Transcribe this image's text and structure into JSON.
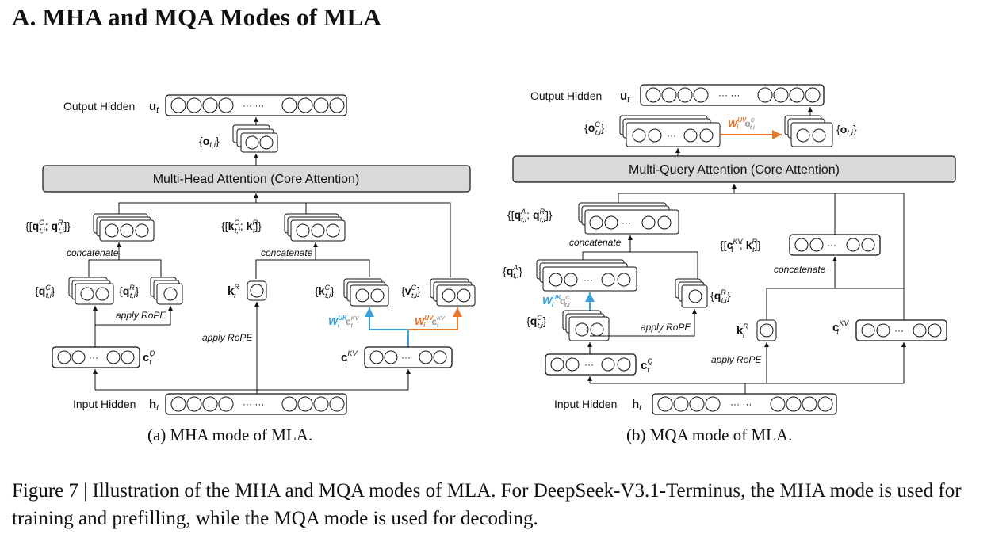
{
  "heading": "A.  MHA and MQA Modes of MLA",
  "mha": {
    "output_hidden": "Output Hidden",
    "o_ti": "{o",
    "core_attention": "Multi-Head Attention (Core Attention)",
    "concatenate_1": "concatenate",
    "concatenate_2": "concatenate",
    "apply_rope_1": "apply RoPE",
    "apply_rope_2": "apply RoPE",
    "input_hidden": "Input Hidden",
    "dots": "··· ···",
    "subcaption": "(a)  MHA mode of MLA."
  },
  "mqa": {
    "output_hidden": "Output Hidden",
    "core_attention": "Multi-Query Attention (Core Attention)",
    "concatenate_1": "concatenate",
    "concatenate_2": "concatenate",
    "apply_rope_1": "apply RoPE",
    "apply_rope_2": "apply RoPE",
    "input_hidden": "Input Hidden",
    "dots": "··· ···",
    "subcaption": "(b)  MQA mode of MLA."
  },
  "caption": "Figure 7 | Illustration of the MHA and MQA modes of MLA. For DeepSeek-V3.1-Terminus, the MHA mode is used for training and prefilling, while the MQA mode is used for decoding.",
  "colors": {
    "box_fill": "#d9d9d9",
    "blue": "#3aa0dc",
    "orange": "#e8762b",
    "gray_text": "#9a9a9a"
  }
}
